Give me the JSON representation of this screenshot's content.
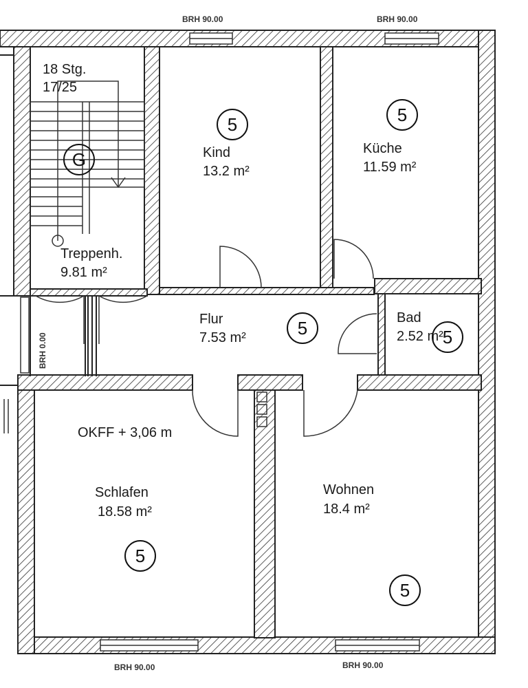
{
  "rooms": {
    "treppenhaus": {
      "name": "Treppenh.",
      "area": "9.81 m²"
    },
    "kind": {
      "name": "Kind",
      "area": "13.2 m²"
    },
    "kueche": {
      "name": "Küche",
      "area": "11.59 m²"
    },
    "flur": {
      "name": "Flur",
      "area": "7.53 m²"
    },
    "bad": {
      "name": "Bad",
      "area": "2.52 m²"
    },
    "schlafen": {
      "name": "Schlafen",
      "area": "18.58 m²"
    },
    "wohnen": {
      "name": "Wohnen",
      "area": "18.4 m²"
    }
  },
  "stairs": {
    "steps": "18 Stg.",
    "ratio": "17/25"
  },
  "level": {
    "okff": "OKFF  + 3,06 m"
  },
  "windows": {
    "top_left": "BRH 90.00",
    "top_right": "BRH 90.00",
    "bottom_left": "BRH 90.00",
    "bottom_right": "BRH 90.00",
    "left": "BRH 0.00"
  },
  "markers": {
    "kind": "5",
    "kueche": "5",
    "flur": "5",
    "bad": "5",
    "schlafen": "5",
    "wohnen": "5",
    "stair": "G"
  }
}
